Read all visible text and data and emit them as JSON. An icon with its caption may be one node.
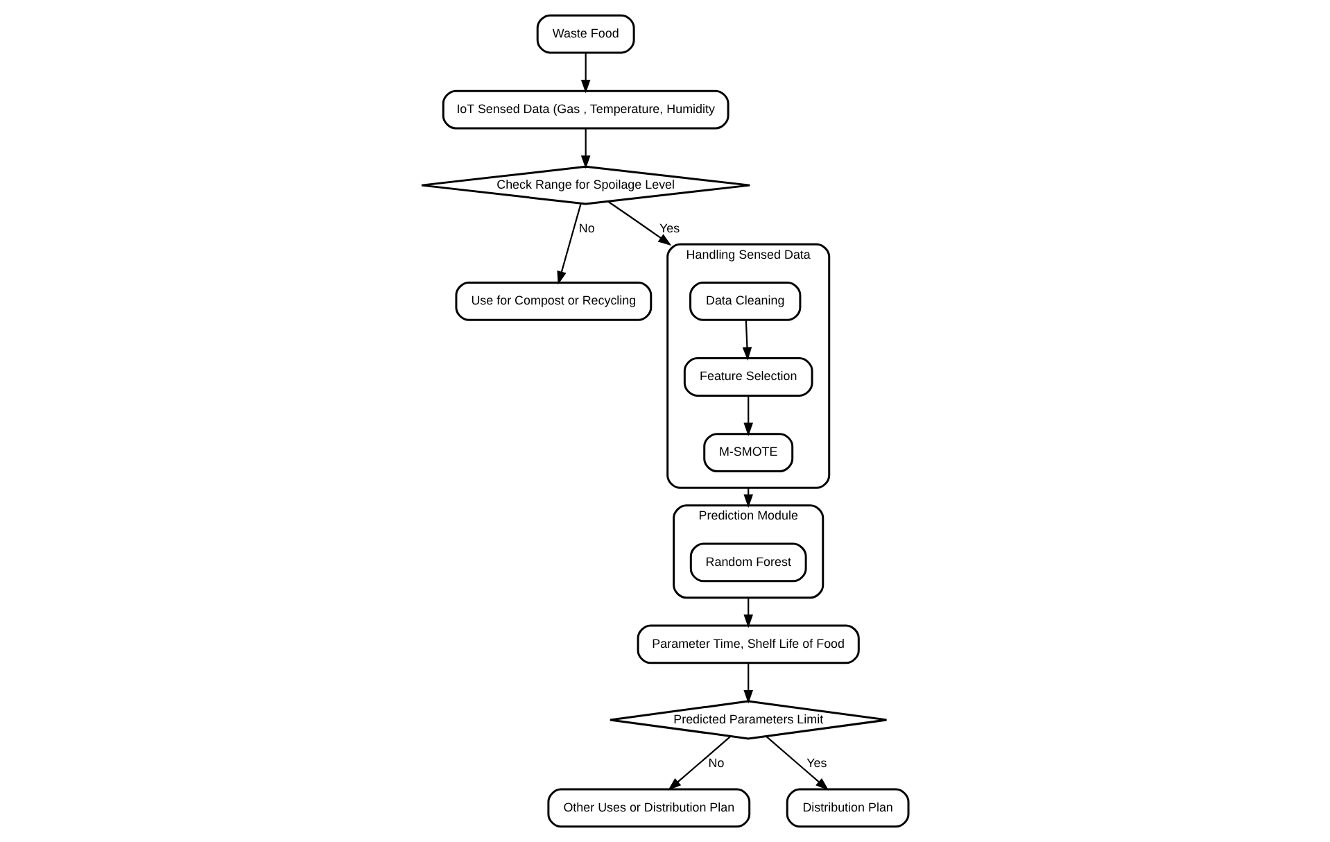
{
  "diagram": {
    "nodes": [
      {
        "text": [
          "Waste Food"
        ]
      },
      {
        "text": [
          "IoT Sensed Data (Gas , Temperature, Humidity"
        ]
      },
      {
        "text": [
          "Check Range for Spoilage Level"
        ]
      },
      {
        "text": [
          "Use for Compost or Recycling"
        ]
      },
      {
        "text": [
          "Handling Sensed Data"
        ]
      },
      {
        "text": [
          "Data Cleaning"
        ],
        "in": 4
      },
      {
        "text": [
          "Feature Selection"
        ],
        "in": 4
      },
      {
        "text": [
          "M-SMOTE"
        ],
        "in": 4
      },
      {
        "text": [
          "Prediction Module"
        ]
      },
      {
        "text": [
          "Random Forest"
        ],
        "in": 8
      },
      {
        "text": [
          "Parameter Time, Shelf Life of Food"
        ]
      },
      {
        "text": [
          "Predicted Parameters Limit"
        ]
      },
      {
        "text": [
          "Other Uses or Distribution Plan"
        ]
      },
      {
        "text": [
          "Distribution Plan"
        ]
      }
    ],
    "edges": [
      {
        "from": 0,
        "to": 1,
        "arrow": "to"
      },
      {
        "from": 1,
        "to": 2,
        "arrow": "to"
      },
      {
        "from": 2,
        "to": 4,
        "arrow": "to",
        "label": "Yes"
      },
      {
        "from": 2,
        "to": 3,
        "arrow": "to",
        "label": "No"
      },
      {
        "from": 5,
        "to": 6,
        "arrow": "to"
      },
      {
        "from": 6,
        "to": 7,
        "arrow": "to"
      },
      {
        "from": 4,
        "to": 8,
        "arrow": "to"
      },
      {
        "from": 8,
        "to": 10,
        "arrow": "to"
      },
      {
        "from": 10,
        "to": 11,
        "arrow": "to"
      },
      {
        "from": 11,
        "to": 12,
        "arrow": "to",
        "label": "No"
      },
      {
        "from": 11,
        "to": 13,
        "arrow": "to",
        "label": "Yes"
      }
    ]
  }
}
